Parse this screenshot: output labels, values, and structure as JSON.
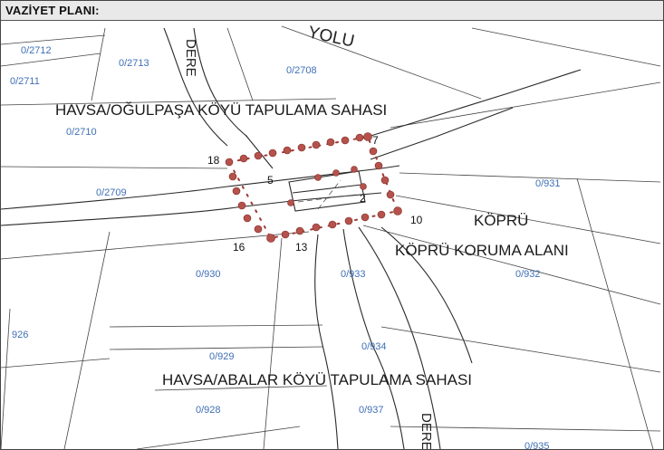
{
  "header": {
    "title": "VAZİYET PLANI:"
  },
  "parcels": {
    "p2712": "0/2712",
    "p2713": "0/2713",
    "p2708": "0/2708",
    "p2711": "0/2711",
    "p2710": "0/2710",
    "p2709": "0/2709",
    "p931": "0/931",
    "p930": "0/930",
    "p933": "0/933",
    "p932": "0/932",
    "p926": "926",
    "p929": "0/929",
    "p934": "0/934",
    "p928": "0/928",
    "p937": "0/937",
    "p935": "0/935"
  },
  "zones": {
    "ogulpasa": "HAVSA/OĞULPAŞA KÖYÜ TAPULAMA SAHASI",
    "abalar": "HAVSA/ABALAR KÖYÜ TAPULAMA SAHASI",
    "kopru": "KÖPRÜ",
    "kopru_koruma": "KÖPRÜ KORUMA ALANI"
  },
  "roads": {
    "yolu": "YOLU",
    "dere_top": "DERE",
    "dere_bottom": "DERE"
  },
  "corners": {
    "c18": "18",
    "c7": "7",
    "c5": "5",
    "c2": "2",
    "c10": "10",
    "c16": "16",
    "c13": "13"
  },
  "colors": {
    "boundary_dot": "#b5524c",
    "parcel_text": "#3f6fb5"
  }
}
